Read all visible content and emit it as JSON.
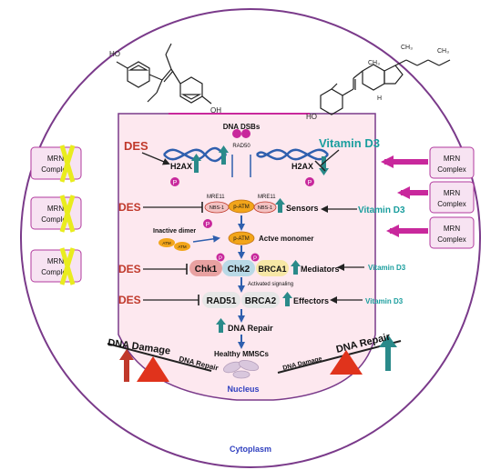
{
  "compounds": {
    "des": "DES",
    "vitd3": "Vitamin D3"
  },
  "structures": {
    "oh": "HO",
    "oh_right": "OH",
    "ch3": "CH₃",
    "h": "H"
  },
  "dna": {
    "label": "DNA DSBs",
    "rad50": "RAD50",
    "h2ax": "H2AX",
    "p": "P"
  },
  "complex": {
    "mre11": "MRE11",
    "nbs1": "NBS-1",
    "patm": "p-ATM",
    "atm_short": "ATM"
  },
  "stages": {
    "inactive_dimer": "Inactive dimer",
    "active_monomer": "Actve monomer",
    "sensors": "Sensors",
    "mediators": "Mediators",
    "effectors": "Effectors",
    "activated_signaling": "Activated signaling",
    "dna_repair": "DNA Repair",
    "healthy": "Healthy MMSCs"
  },
  "proteins": {
    "chk1": "Chk1",
    "chk2": "Chk2",
    "brca1": "BRCA1",
    "rad51": "RAD51",
    "brca2": "BRCA2"
  },
  "balance": {
    "damage": "DNA Damage",
    "repair": "DNA Repair"
  },
  "compartments": {
    "nucleus": "Nucleus",
    "cytoplasm": "Cytoplasm"
  },
  "mrn": {
    "line1": "MRN",
    "line2": "Complex"
  },
  "colors": {
    "des": "#c0392b",
    "vitd3": "#1a9e9e",
    "magenta": "#c8289c",
    "teal": "#2a8a8a",
    "blue": "#2f5fae",
    "red_tri": "#e0331c",
    "nucleus_bg": "#fde8ef",
    "purple": "#7a3a8a"
  }
}
